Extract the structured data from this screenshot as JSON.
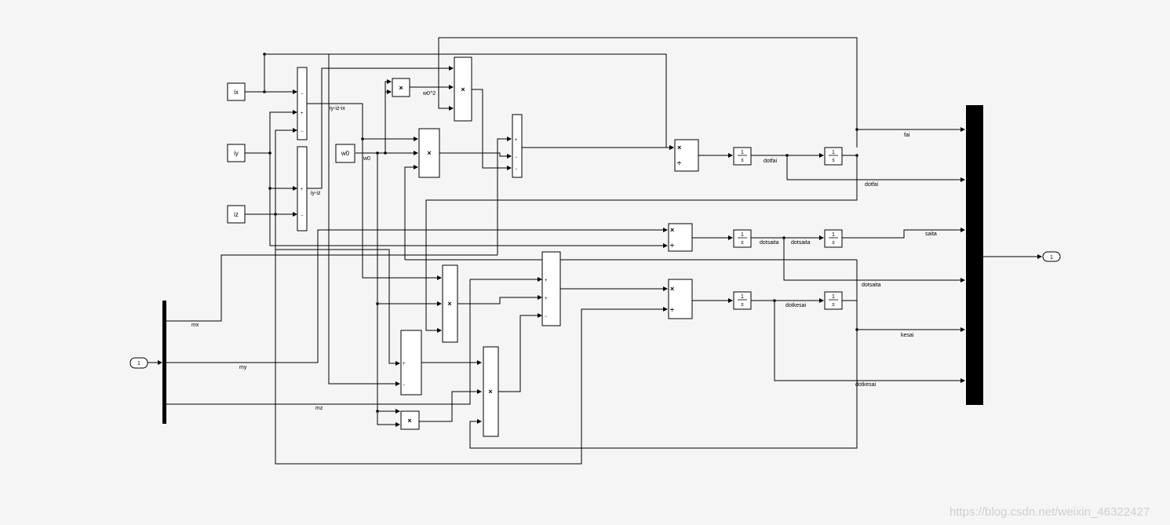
{
  "ports": {
    "inport": "1",
    "outport": "1"
  },
  "constants": {
    "ix": "ix",
    "iy": "iy",
    "iz": "iz",
    "w0": "w0"
  },
  "integrator": {
    "num": "1",
    "den": "s"
  },
  "operators": {
    "product": "×",
    "divide": "÷",
    "plus": "+",
    "minus": "−"
  },
  "signals": {
    "iy_iz_ix": "iy-iz-ix",
    "iy_iz": "iy-iz",
    "w0": "w0",
    "w0_sq": "w0^2",
    "mx": "mx",
    "my": "my",
    "mz": "mz",
    "dotfai_1": "dotfai",
    "dotfai_2": "dotfai",
    "fai": "fai",
    "dotsaita_1": "dotsaita",
    "dotsaita_2": "dotsaita",
    "dotsaita_3": "dotsaita",
    "saita": "saita",
    "dotkesai_1": "dotkesai",
    "dotkesai_2": "dotkesai",
    "kesai": "kesai"
  },
  "watermark": "https://blog.csdn.net/weixin_46322427"
}
